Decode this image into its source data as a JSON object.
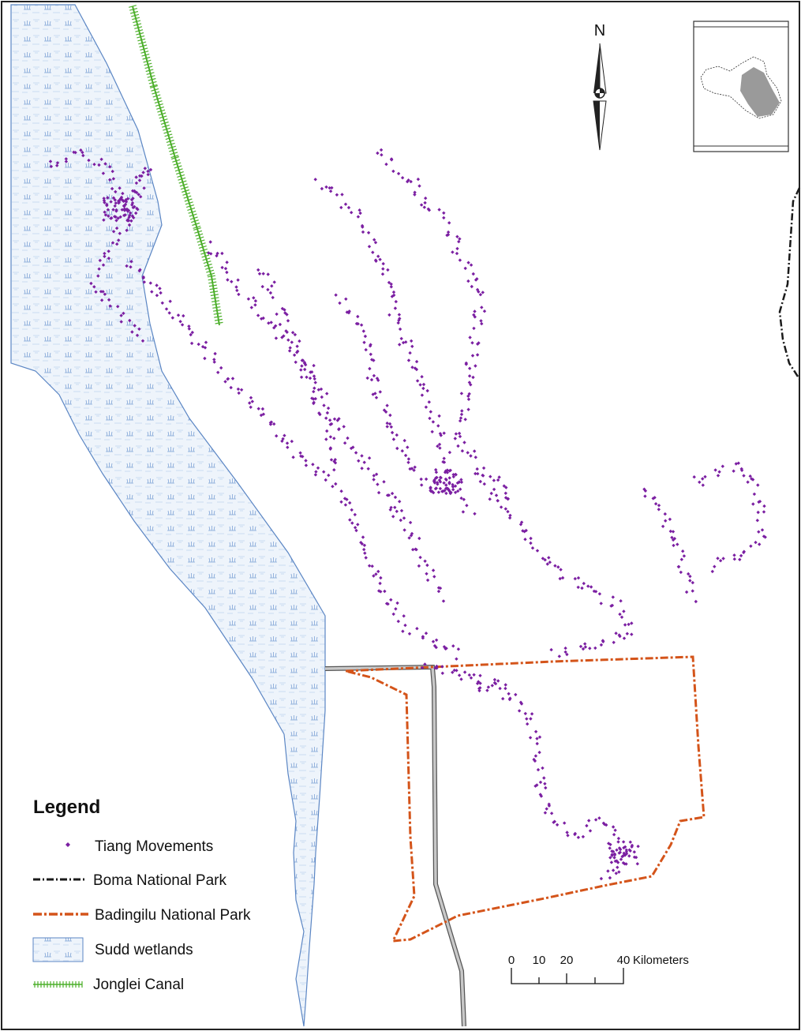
{
  "north_arrow": {
    "label": "N"
  },
  "legend": {
    "title": "Legend",
    "items": [
      {
        "label": "Tiang Movements",
        "symbol": "point",
        "color": "#7b1fa2"
      },
      {
        "label": "Boma National Park",
        "symbol": "dash-dot-line",
        "color": "#1a1a1a"
      },
      {
        "label": "Badingilu National Park",
        "symbol": "dash-dot-line",
        "color": "#d4541a"
      },
      {
        "label": "Sudd wetlands",
        "symbol": "marsh-fill",
        "color": "#5b86c4"
      },
      {
        "label": "Jonglei Canal",
        "symbol": "hatched-line",
        "color": "#4caf2a"
      }
    ]
  },
  "scale_bar": {
    "ticks": [
      "0",
      "10",
      "20",
      "40"
    ],
    "unit": "Kilometers"
  },
  "colors": {
    "movement": "#7b1fa2",
    "boma": "#1a1a1a",
    "badingilu": "#d4541a",
    "wetland_outline": "#5b86c4",
    "wetland_fill": "#eef4fb",
    "canal": "#4caf2a",
    "road": "#9e9e9e",
    "locator_region": "#9a9a9a"
  }
}
